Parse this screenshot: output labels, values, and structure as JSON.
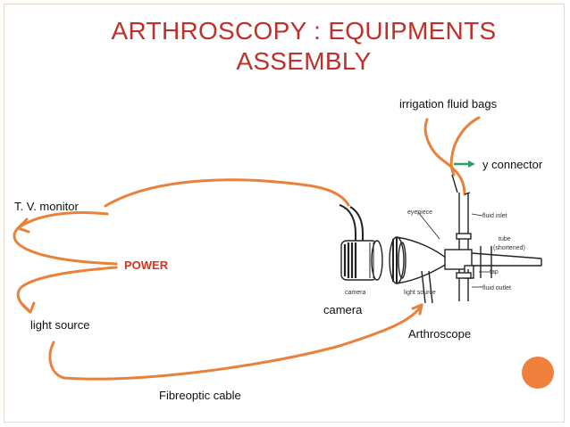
{
  "title": "ARTHROSCOPY : EQUIPMENTS ASSEMBLY",
  "labels": {
    "irrigation": "irrigation fluid bags",
    "y_connector": "y connector",
    "tv_monitor": "T. V. monitor",
    "power": "POWER",
    "camera": "camera",
    "light_source": "light source",
    "arthroscope": "Arthroscope",
    "fibreoptic": "Fibreoptic cable"
  },
  "drawing_labels": {
    "eyepiece": "eyepiece",
    "fluid_inlet": "fluid inlet",
    "tube": "tube",
    "shortened": "(shortened)",
    "tap": "tap",
    "fluid_outlet": "fluid outlet",
    "camera_small": "camera",
    "light_source_small": "light source"
  },
  "colors": {
    "title": "#c0302a",
    "accent": "#e8823a",
    "power": "#e0301e",
    "arrow": "#2e9e62",
    "dot": "#f07f3c"
  }
}
